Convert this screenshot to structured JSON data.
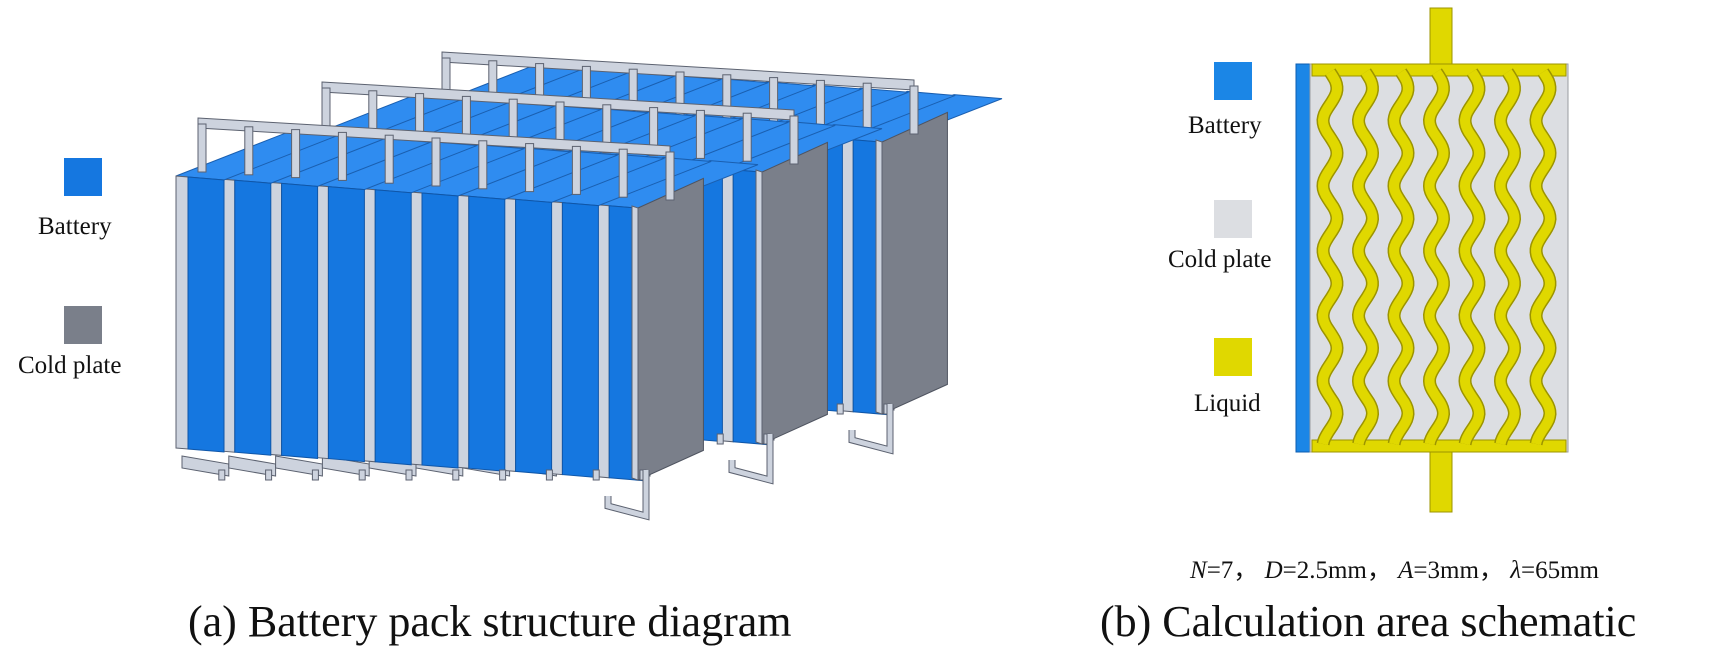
{
  "colors": {
    "battery": "#1577e0",
    "battery_top": "#2f8cf0",
    "cold_plate": "#7a7f8a",
    "frame": "#cdd3de",
    "frame_edge": "#5c6270",
    "panel_cold_plate": "#dcdee2",
    "liquid": "#e0d800",
    "liquid_edge": "#9c9400"
  },
  "panel_a": {
    "legend": [
      {
        "label": "Battery",
        "color": "#1577e0"
      },
      {
        "label": "Cold plate",
        "color": "#7a7f8a"
      }
    ],
    "caption": "(a) Battery pack structure diagram"
  },
  "panel_b": {
    "legend": [
      {
        "label": "Battery",
        "color": "#1b86e6"
      },
      {
        "label": "Cold plate",
        "color": "#dcdee2"
      },
      {
        "label": "Liquid",
        "color": "#e0d800"
      }
    ],
    "params": {
      "n_sym": "N",
      "n_val": "=7",
      "d_sym": "D",
      "d_val": "=2.5mm",
      "a_sym": "A",
      "a_val": "=3mm",
      "l_sym": "λ",
      "l_val": "=65mm",
      "sep": "，"
    },
    "caption": "(b) Calculation area schematic"
  }
}
